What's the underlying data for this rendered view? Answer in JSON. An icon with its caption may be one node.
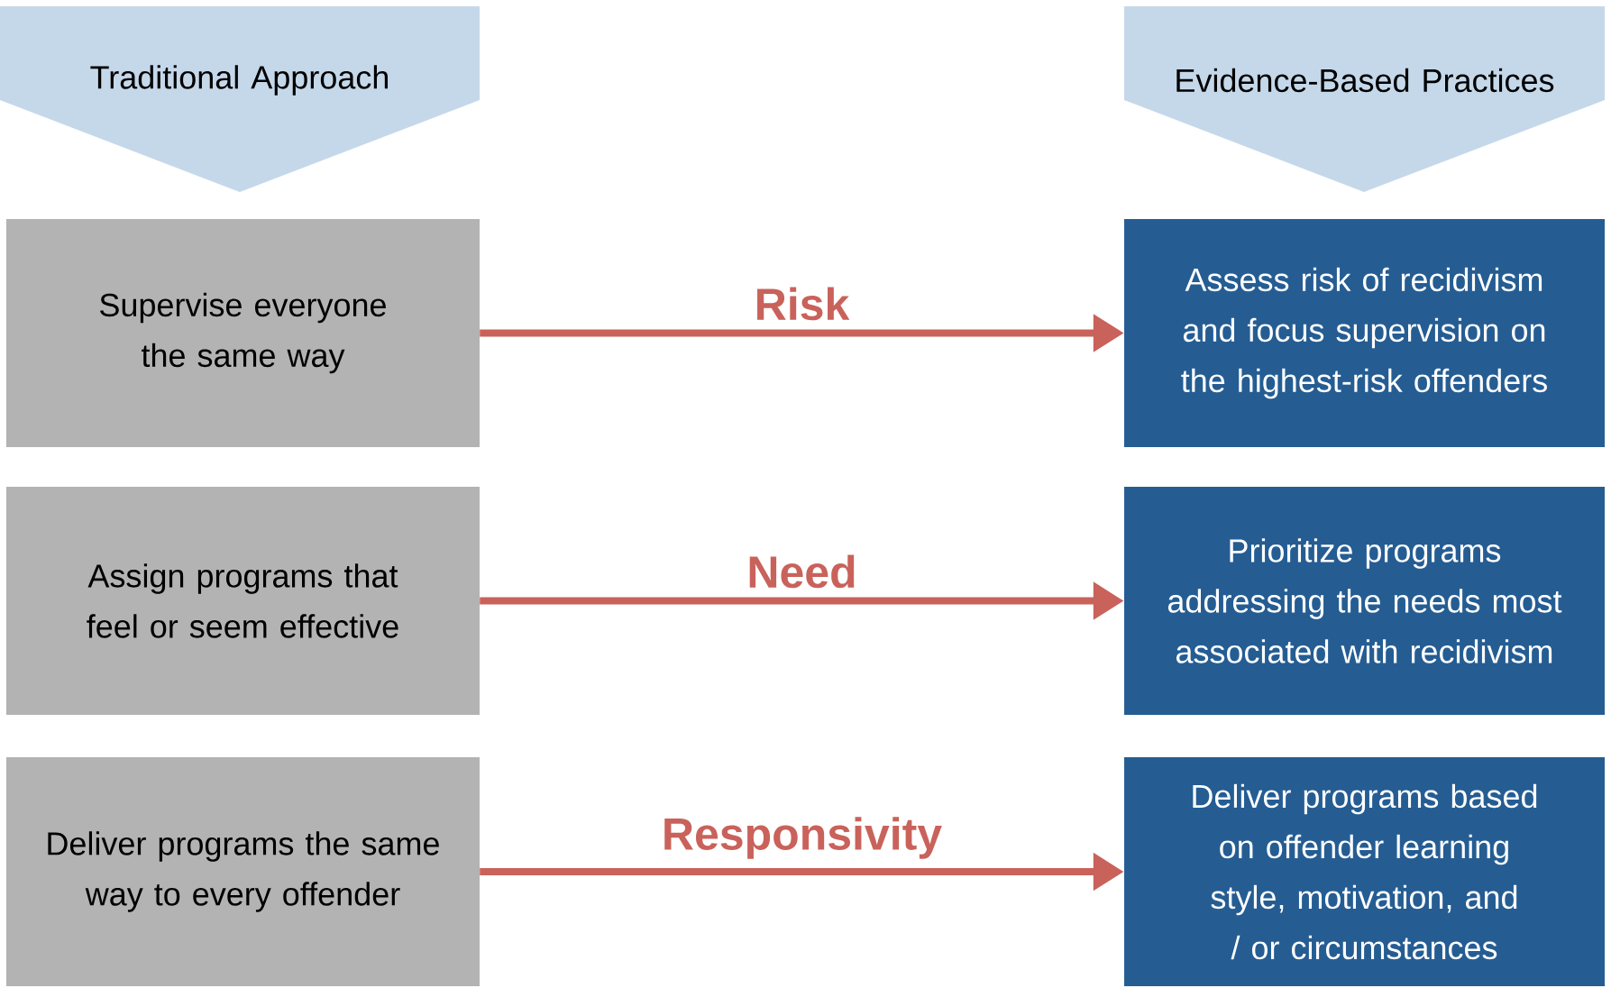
{
  "diagram": {
    "nodes": [
      {
        "text": [
          "Traditional Approach"
        ]
      },
      {
        "text": [
          "Evidence-Based Practices"
        ]
      },
      {
        "text": [
          "Supervise everyone the same way"
        ]
      },
      {
        "text": [
          "Assign programs that feel or seem effective"
        ]
      },
      {
        "text": [
          "Deliver programs the same way to every offender"
        ]
      },
      {
        "text": [
          "Assess risk of recidivism and focus supervision on the highest-risk offenders"
        ]
      },
      {
        "text": [
          "Prioritize programs addressing the needs most associated with recidivism"
        ]
      },
      {
        "text": [
          "Deliver programs based on offender learning style, motivation, and / or circumstances"
        ]
      }
    ],
    "edges": [
      {
        "from": 2,
        "to": 5,
        "arrow": "to",
        "label": "Risk"
      },
      {
        "from": 3,
        "to": 6,
        "arrow": "to",
        "label": "Need"
      },
      {
        "from": 4,
        "to": 7,
        "arrow": "to",
        "label": "Responsivity"
      }
    ]
  }
}
